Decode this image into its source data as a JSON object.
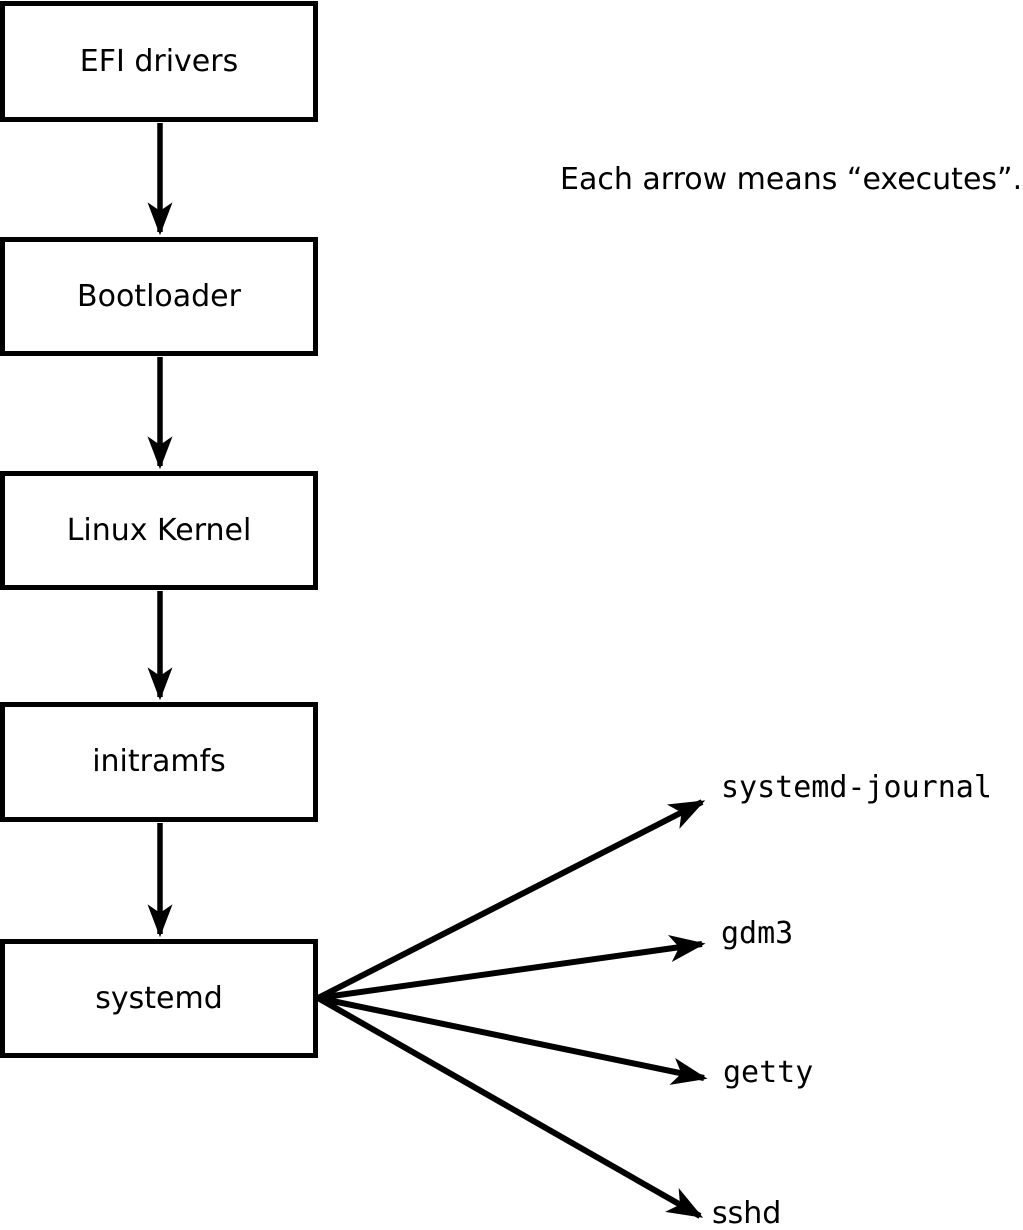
{
  "colors": {
    "line": "#000000",
    "background": "#ffffff",
    "box_fill": "#ffffff"
  },
  "annotation": {
    "text": "Each arrow means “executes”."
  },
  "chain": [
    {
      "label": "EFI drivers"
    },
    {
      "label": "Bootloader"
    },
    {
      "label": "Linux Kernel"
    },
    {
      "label": "initramfs"
    },
    {
      "label": "systemd"
    }
  ],
  "spawned": [
    {
      "label": "systemd-journal"
    },
    {
      "label": "gdm3"
    },
    {
      "label": "getty"
    },
    {
      "label": "sshd"
    }
  ]
}
